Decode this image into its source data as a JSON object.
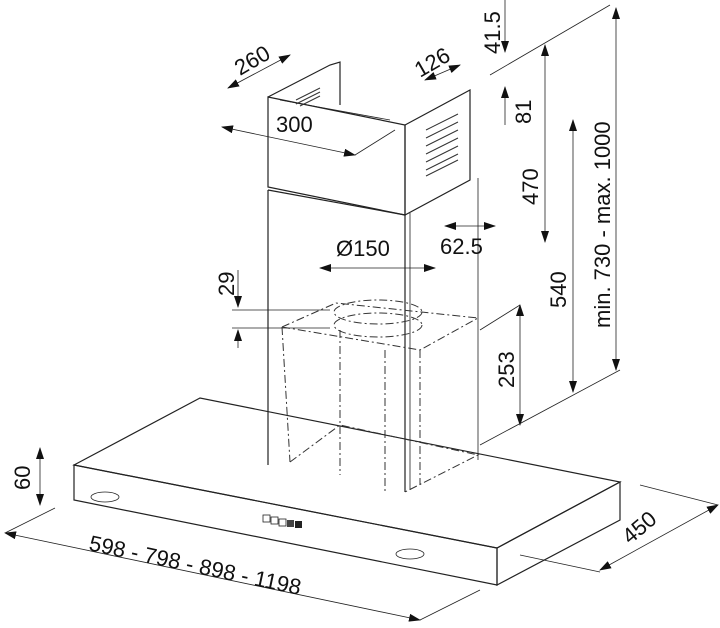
{
  "title": "Cooker hood dimension drawing",
  "dimensions": {
    "chimney_depth": "260",
    "chimney_width": "300",
    "vent_width": "126",
    "top_offset": "41.5",
    "vent_height": "81",
    "upper_chimney": "470",
    "lower_chimney": "540",
    "total_height": "min. 730 - max. 1000",
    "outlet_diameter": "Ø150",
    "vent_offset": "62.5",
    "collar_height": "29",
    "motor_height": "253",
    "hood_thickness": "60",
    "hood_depth": "450",
    "hood_widths": "598 - 798 - 898 - 1198"
  },
  "colors": {
    "line": "#222222",
    "background": "#ffffff"
  }
}
